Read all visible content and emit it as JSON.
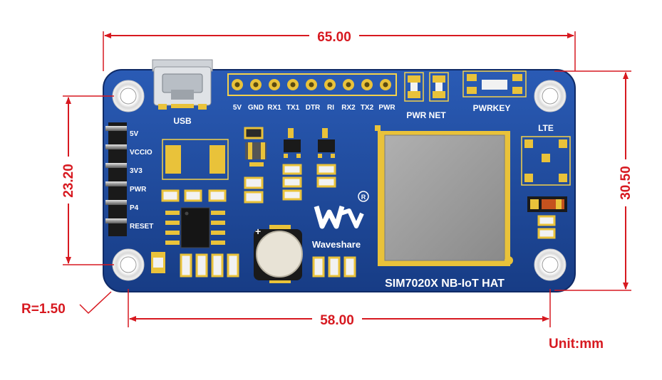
{
  "dimensions": {
    "width_top": "65.00",
    "width_bottom": "58.00",
    "height_left": "23.20",
    "height_right": "30.50",
    "radius": "R=1.50",
    "unit": "Unit:mm"
  },
  "board": {
    "title": "SIM7020X NB-IoT HAT",
    "brand": "Waveshare",
    "usb_label": "USB",
    "pwr_net_label": "PWR NET",
    "pwrkey_label": "PWRKEY",
    "lte_label": "LTE",
    "header_pins": [
      "5V",
      "GND",
      "RX1",
      "TX1",
      "DTR",
      "RI",
      "RX2",
      "TX2",
      "PWR"
    ],
    "side_pins": [
      "5V",
      "VCCIO",
      "3V3",
      "PWR",
      "P4",
      "RESET"
    ]
  },
  "colors": {
    "dimension": "#d71920",
    "pcb": "#1f4a9c",
    "silkscreen": "#ffffff",
    "module": "#9a9a9a"
  }
}
